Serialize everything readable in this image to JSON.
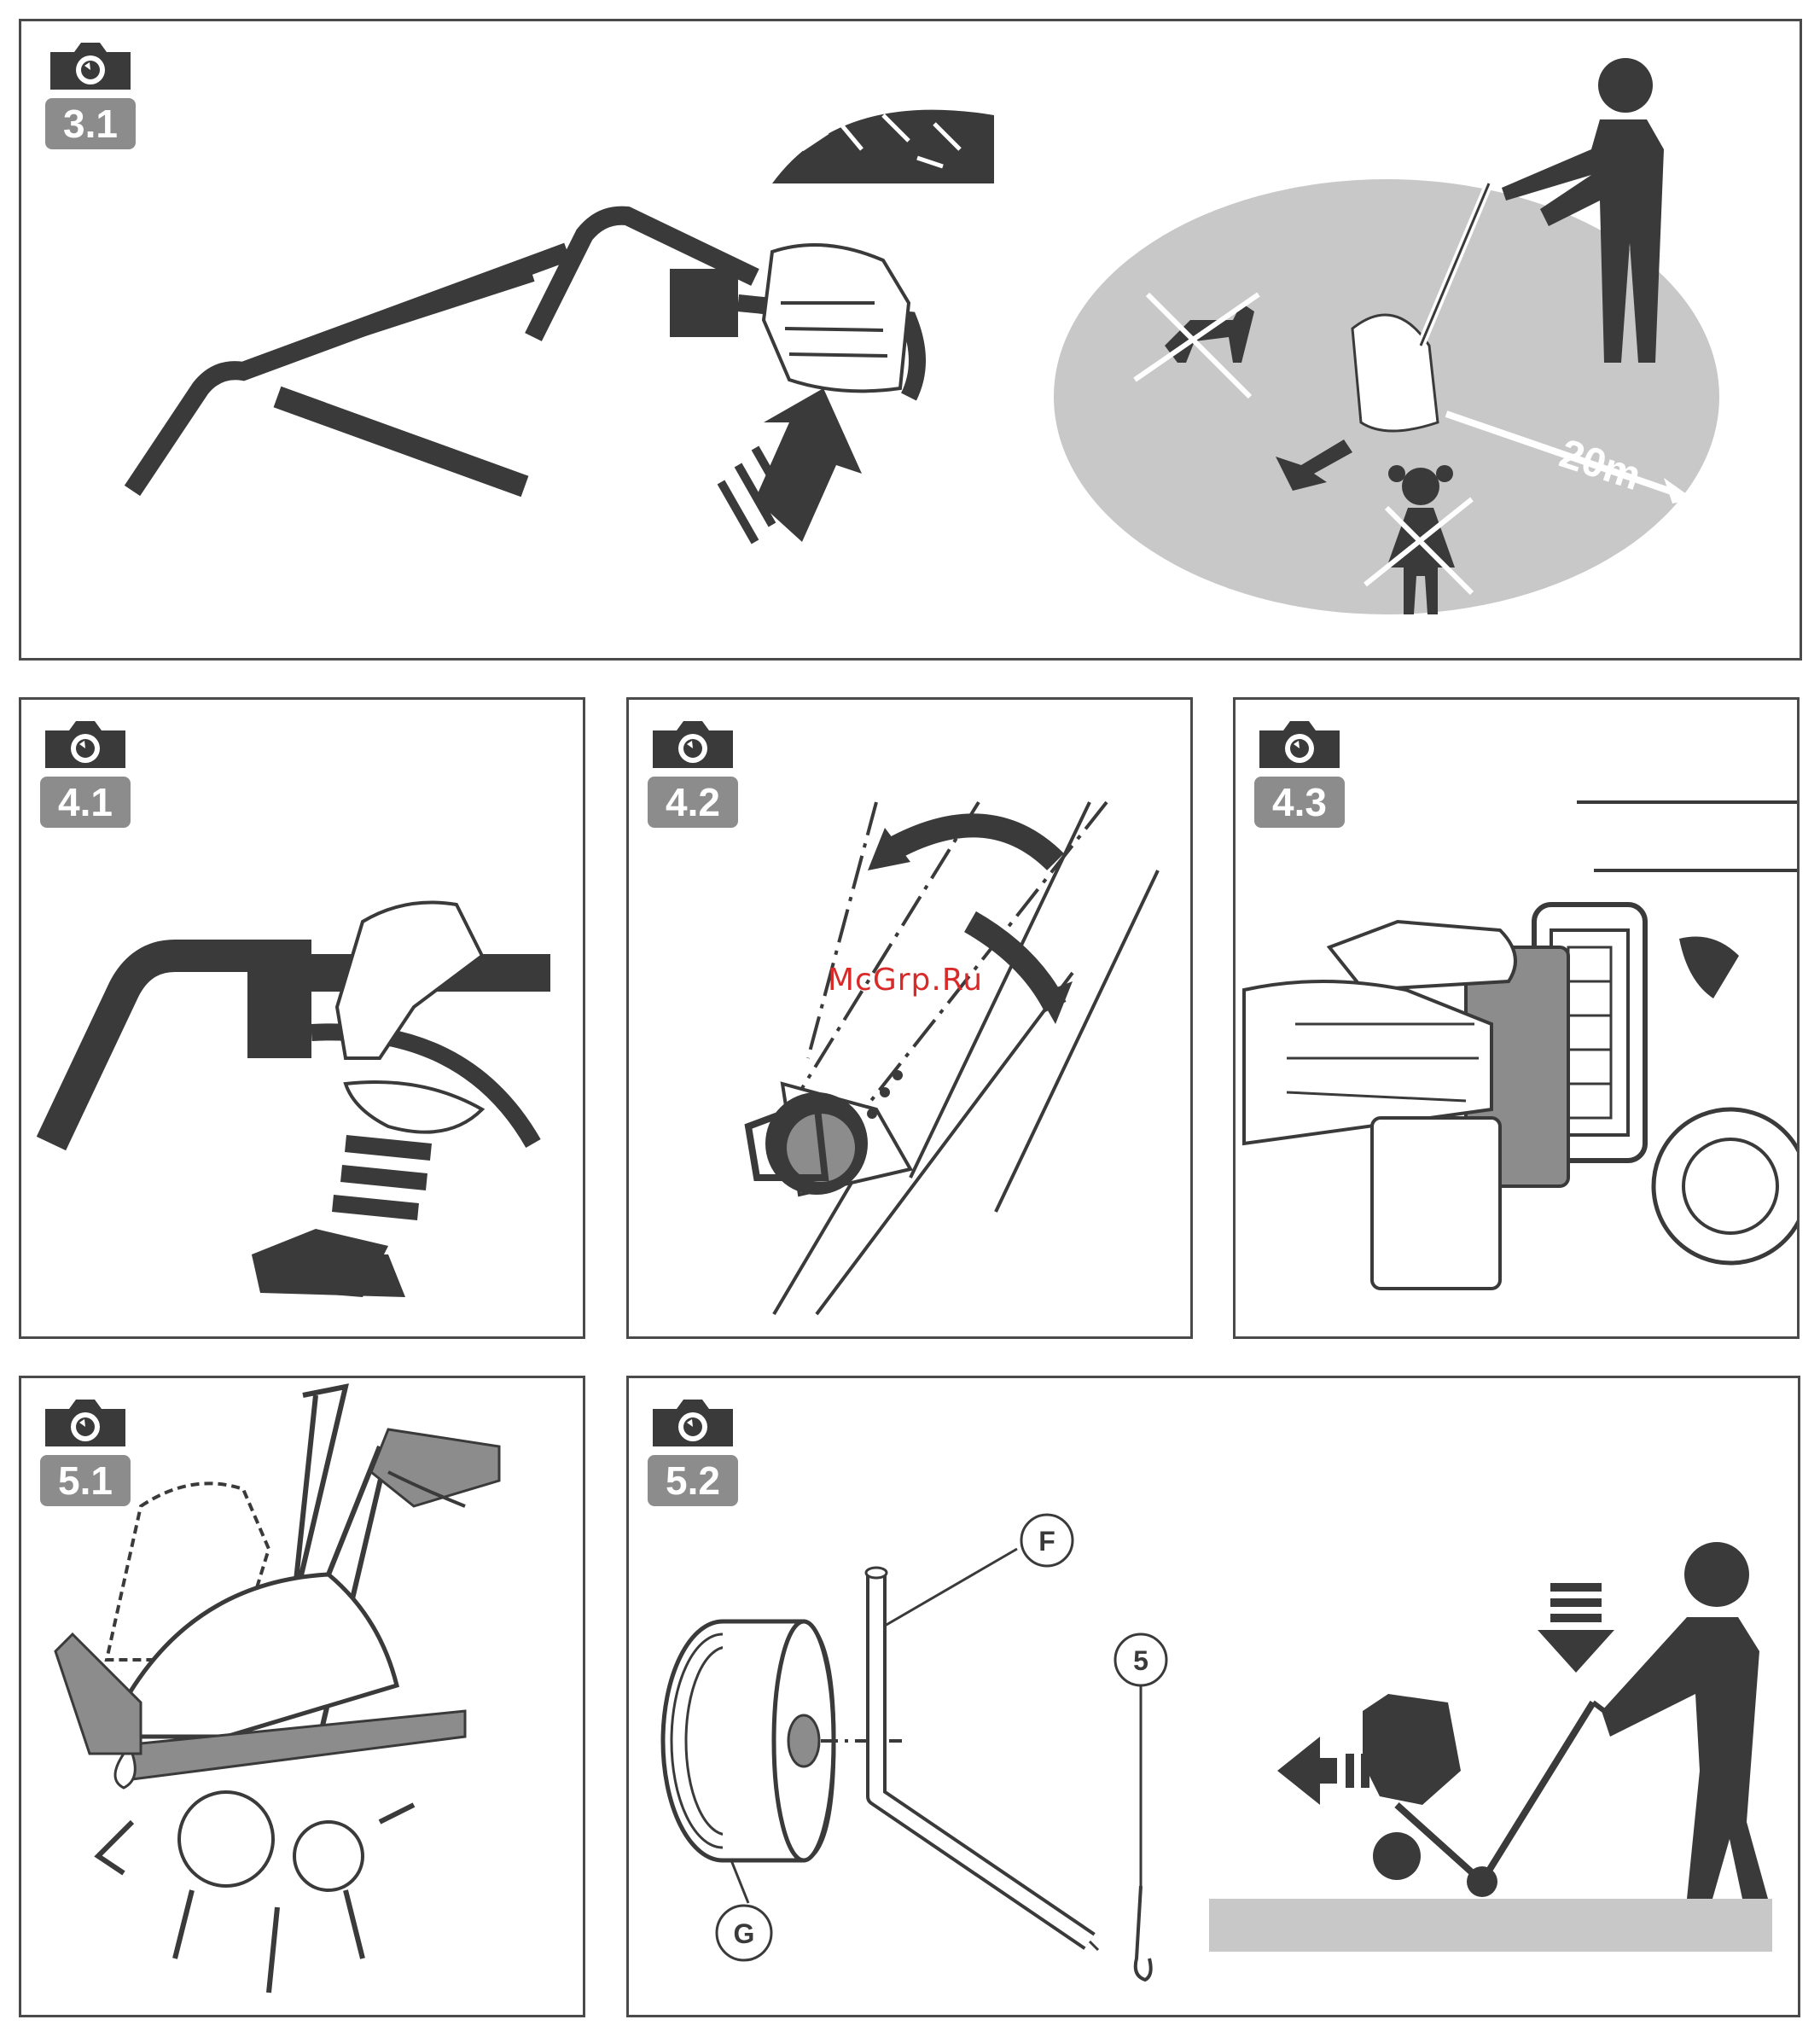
{
  "panels": [
    {
      "id": "3.1",
      "label": "3.1"
    },
    {
      "id": "4.1",
      "label": "4.1"
    },
    {
      "id": "4.2",
      "label": "4.2"
    },
    {
      "id": "4.3",
      "label": "4.3"
    },
    {
      "id": "5.1",
      "label": "5.1"
    },
    {
      "id": "5.2",
      "label": "5.2"
    }
  ],
  "p31": {
    "distance": "20m"
  },
  "p52": {
    "callout_f": "F",
    "callout_5": "5",
    "callout_g": "G"
  },
  "watermark": "McGrp.Ru",
  "icons": [
    "camera-icon",
    "no-pets-icon",
    "no-children-icon",
    "person-icon",
    "arrow-icon"
  ],
  "colors": {
    "ink": "#3a3a3a",
    "badge": "#8c8c8c",
    "zone": "#c8c8c8",
    "ground": "#c8c8c8",
    "watermark": "#d92a2a"
  }
}
